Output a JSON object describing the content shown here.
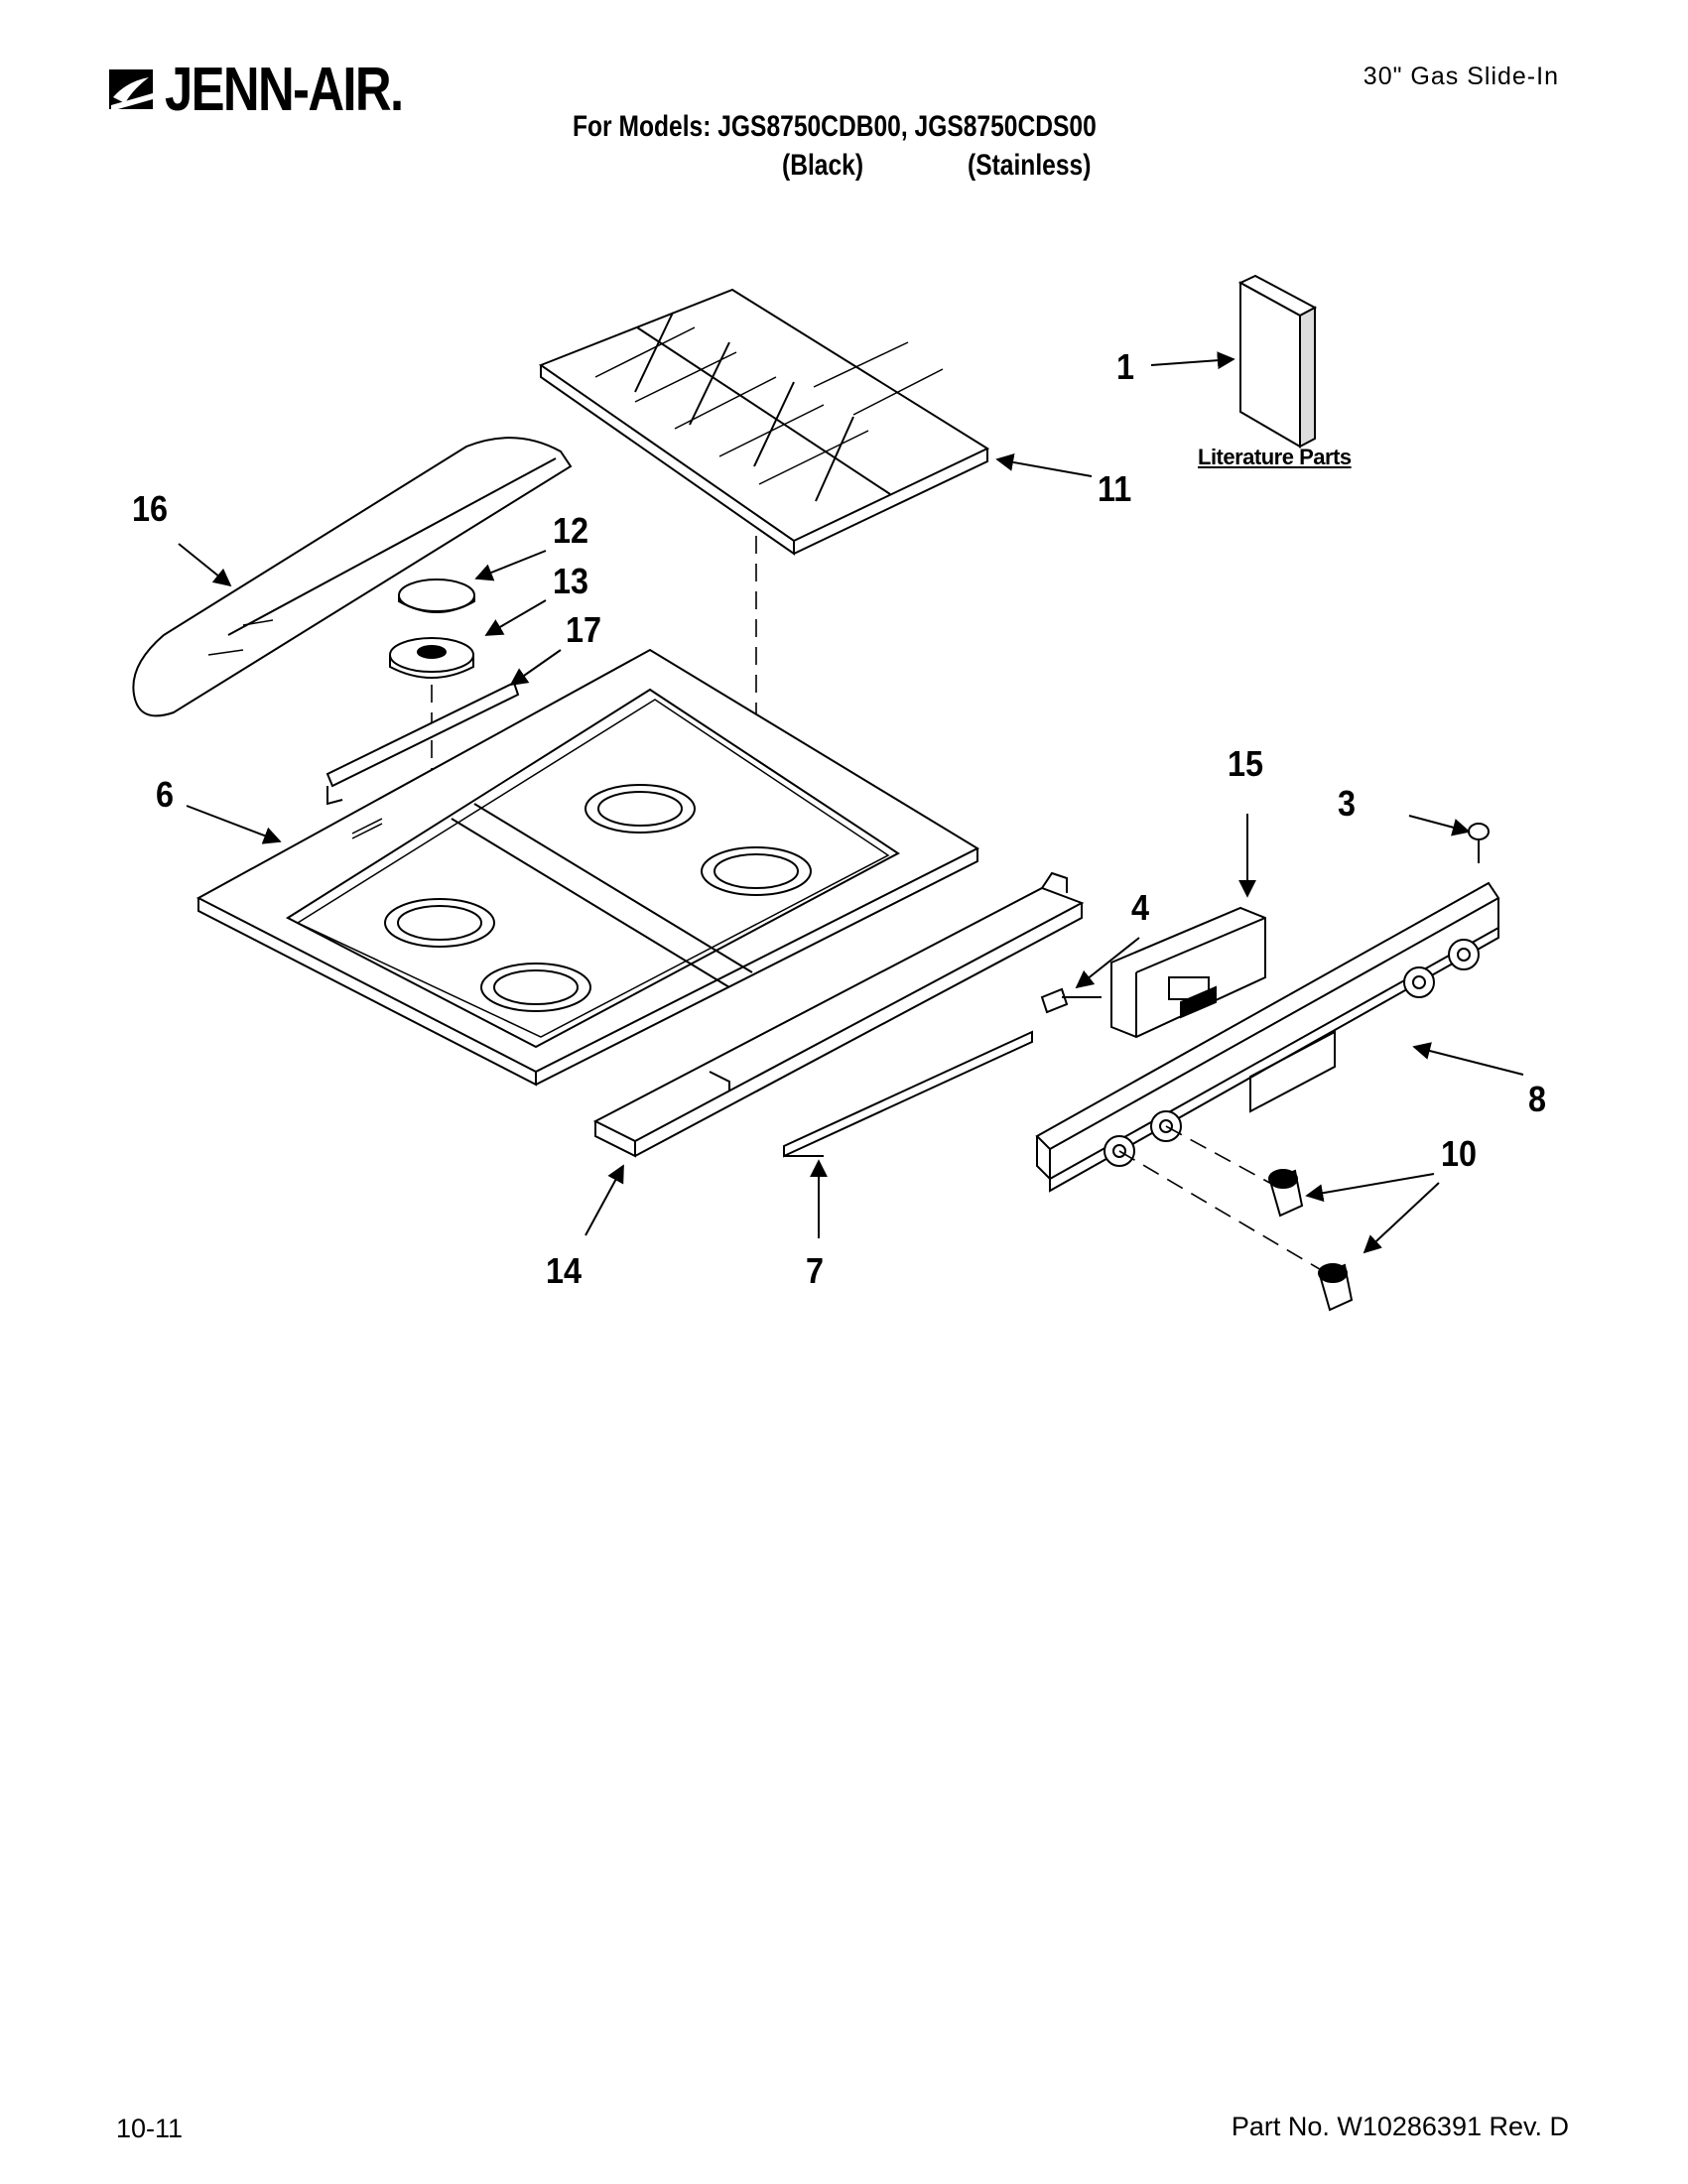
{
  "header": {
    "brand_name": "JENN-AIR.",
    "doc_type": "30\" Gas Slide-In",
    "models_line": "For Models: JGS8750CDB00, JGS8750CDS00",
    "variants": [
      "(Black)",
      "(Stainless)"
    ]
  },
  "footer": {
    "revision_date": "10-11",
    "part_number": "Part No. W10286391 Rev. D"
  },
  "diagram": {
    "literature_label": "Literature Parts",
    "callouts": [
      "1",
      "3",
      "4",
      "6",
      "7",
      "8",
      "10",
      "11",
      "12",
      "13",
      "14",
      "15",
      "16",
      "17"
    ]
  }
}
